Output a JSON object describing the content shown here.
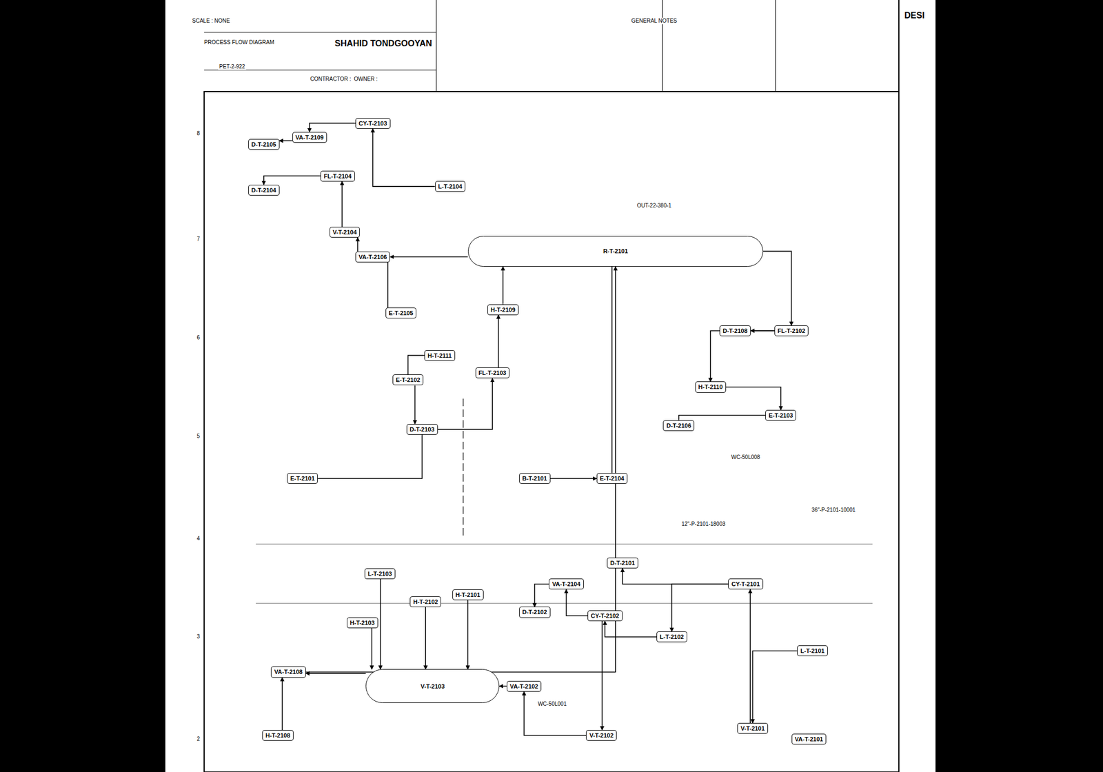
{
  "diagram": {
    "nodes": [
      {
        "text": [
          "R-T-2101"
        ]
      },
      {
        "text": [
          "CY-T-2101"
        ]
      },
      {
        "text": [
          "CY-T-2102"
        ]
      },
      {
        "text": [
          "CY-T-2103"
        ]
      },
      {
        "text": [
          "D-T-2101"
        ]
      },
      {
        "text": [
          "D-T-2102"
        ]
      },
      {
        "text": [
          "D-T-2104"
        ]
      },
      {
        "text": [
          "D-T-2105"
        ]
      },
      {
        "text": [
          "VA-T-2101"
        ]
      },
      {
        "text": [
          "VA-T-2102"
        ]
      },
      {
        "text": [
          "VA-T-2104"
        ]
      },
      {
        "text": [
          "VA-T-2109"
        ]
      },
      {
        "text": [
          "L-T-2101"
        ]
      },
      {
        "text": [
          "L-T-2102"
        ]
      },
      {
        "text": [
          "L-T-2103"
        ]
      },
      {
        "text": [
          "L-T-2104"
        ]
      },
      {
        "text": [
          "H-T-2101"
        ]
      },
      {
        "text": [
          "H-T-2102"
        ]
      },
      {
        "text": [
          "H-T-2103"
        ]
      },
      {
        "text": [
          "V-T-2103"
        ]
      },
      {
        "text": [
          "H-T-2108"
        ]
      },
      {
        "text": [
          "VA-T-2108"
        ]
      },
      {
        "text": [
          "E-T-2101"
        ]
      },
      {
        "text": [
          "B-T-2101"
        ]
      },
      {
        "text": [
          "E-T-2104"
        ]
      },
      {
        "text": [
          "D-T-2103"
        ]
      },
      {
        "text": [
          "E-T-2102"
        ]
      },
      {
        "text": [
          "H-T-2111"
        ]
      },
      {
        "text": [
          "FL-T-2103"
        ]
      },
      {
        "text": [
          "H-T-2109"
        ]
      },
      {
        "text": [
          "E-T-2105"
        ]
      },
      {
        "text": [
          "VA-T-2106"
        ]
      },
      {
        "text": [
          "V-T-2104"
        ]
      },
      {
        "text": [
          "FL-T-2104"
        ]
      },
      {
        "text": [
          "E-T-2103"
        ]
      },
      {
        "text": [
          "H-T-2110"
        ]
      },
      {
        "text": [
          "D-T-2106"
        ]
      },
      {
        "text": [
          "FL-T-2102"
        ]
      },
      {
        "text": [
          "D-T-2108"
        ]
      },
      {
        "text": [
          "V-T-2101"
        ]
      },
      {
        "text": [
          "V-T-2102"
        ]
      }
    ],
    "edges": [
      {
        "from": 39,
        "to": 1,
        "arrow": "to"
      },
      {
        "from": 1,
        "to": 4,
        "arrow": "to"
      },
      {
        "from": 12,
        "to": 39,
        "arrow": "to"
      },
      {
        "from": 1,
        "to": 13,
        "arrow": "to"
      },
      {
        "from": 13,
        "to": 2,
        "arrow": "to"
      },
      {
        "from": 2,
        "to": 10,
        "arrow": "to"
      },
      {
        "from": 10,
        "to": 5,
        "arrow": "to"
      },
      {
        "from": 2,
        "to": 40,
        "arrow": "to"
      },
      {
        "from": 40,
        "to": 9,
        "arrow": "to"
      },
      {
        "from": 9,
        "to": 19,
        "arrow": "to"
      },
      {
        "from": 16,
        "to": 19,
        "arrow": "to"
      },
      {
        "from": 17,
        "to": 19,
        "arrow": "to"
      },
      {
        "from": 18,
        "to": 19,
        "arrow": "to"
      },
      {
        "from": 19,
        "to": 21,
        "arrow": "to"
      },
      {
        "from": 20,
        "to": 21,
        "arrow": "to"
      },
      {
        "from": 21,
        "to": 0,
        "arrow": "to"
      },
      {
        "from": 14,
        "to": 19,
        "arrow": "to"
      },
      {
        "from": 0,
        "to": 31,
        "arrow": "to"
      },
      {
        "from": 31,
        "to": 32,
        "arrow": "to"
      },
      {
        "from": 32,
        "to": 33,
        "arrow": "to"
      },
      {
        "from": 33,
        "to": 6,
        "arrow": "to"
      },
      {
        "from": 15,
        "to": 3,
        "arrow": "to"
      },
      {
        "from": 3,
        "to": 11,
        "arrow": "to"
      },
      {
        "from": 11,
        "to": 7,
        "arrow": "to"
      },
      {
        "from": 29,
        "to": 0,
        "arrow": "to"
      },
      {
        "from": 28,
        "to": 29,
        "arrow": "to"
      },
      {
        "from": 25,
        "to": 28,
        "arrow": "to"
      },
      {
        "from": 26,
        "to": 25,
        "arrow": "to"
      },
      {
        "from": 27,
        "to": 26,
        "arrow": "none"
      },
      {
        "from": 22,
        "to": 25,
        "arrow": "none"
      },
      {
        "from": 23,
        "to": 24,
        "arrow": "to"
      },
      {
        "from": 24,
        "to": 0,
        "arrow": "none"
      },
      {
        "from": 0,
        "to": 37,
        "arrow": "to"
      },
      {
        "from": 37,
        "to": 38,
        "arrow": "to"
      },
      {
        "from": 37,
        "to": 35,
        "arrow": "to"
      },
      {
        "from": 35,
        "to": 34,
        "arrow": "to"
      },
      {
        "from": 34,
        "to": 36,
        "arrow": "none"
      },
      {
        "from": 30,
        "to": 31,
        "arrow": "none"
      }
    ],
    "labels": [
      "DESI",
      "GENERAL NOTES",
      "SHAHID TONDGOOYAN",
      "PROCESS FLOW DIAGRAM",
      "PET-2-922",
      "OWNER :",
      "CONTRACTOR :",
      "SCALE : NONE",
      "OUT-22-380-1",
      "WC-50L001",
      "WC-50L008",
      "36\"-P-2101-10001",
      "12\"-P-2101-18003",
      "8",
      "7",
      "6",
      "5",
      "4",
      "3",
      "2"
    ]
  }
}
